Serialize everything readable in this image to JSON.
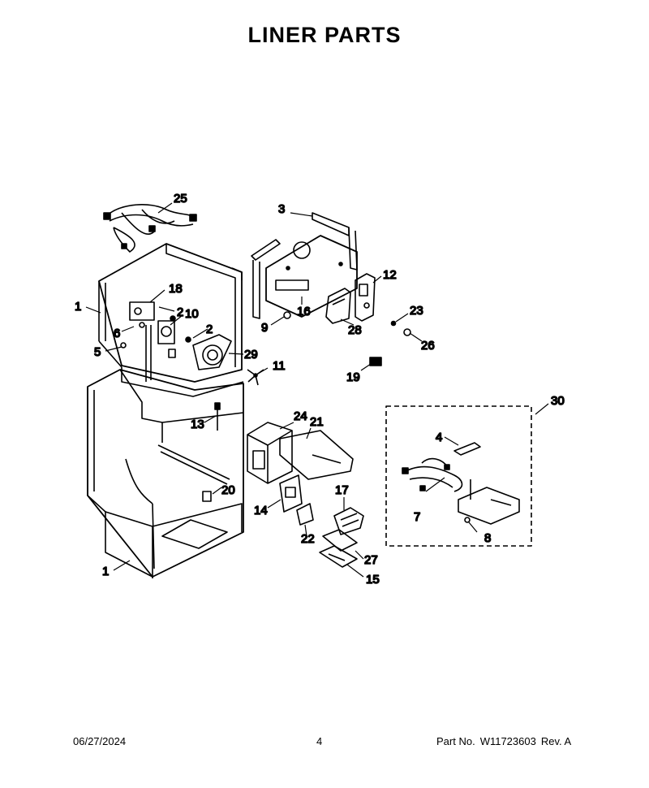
{
  "title": "LINER PARTS",
  "callouts": {
    "c1a": "1",
    "c1b": "1",
    "c2a": "2",
    "c2b": "2",
    "c3": "3",
    "c4": "4",
    "c5": "5",
    "c6": "6",
    "c7": "7",
    "c8": "8",
    "c9": "9",
    "c10": "10",
    "c11": "11",
    "c12": "12",
    "c13": "13",
    "c14": "14",
    "c15": "15",
    "c16": "16",
    "c17": "17",
    "c18": "18",
    "c19": "19",
    "c20": "20",
    "c21": "21",
    "c22": "22",
    "c23": "23",
    "c24": "24",
    "c25": "25",
    "c26": "26",
    "c27": "27",
    "c28": "28",
    "c29": "29",
    "c30": "30"
  },
  "footer": {
    "date": "06/27/2024",
    "page": "4",
    "part_label": "Part No.",
    "part_number": "W11723603",
    "revision": "Rev.  A"
  }
}
